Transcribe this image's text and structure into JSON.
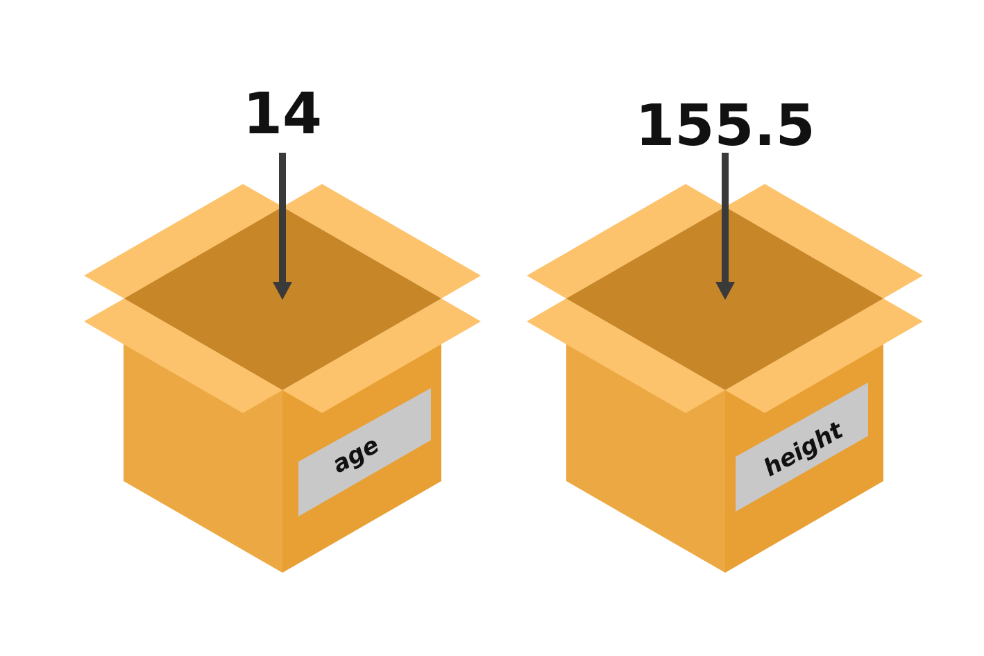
{
  "colors": {
    "flap": "#FDC36C",
    "inside": "#C78627",
    "front_left": "#ECA943",
    "front_right": "#E89F33",
    "label_panel": "#C8C8C8",
    "arrow": "#3A3A3A",
    "text": "#111111"
  },
  "boxes": [
    {
      "value": "14",
      "label": "age"
    },
    {
      "value": "155.5",
      "label": "height"
    }
  ]
}
